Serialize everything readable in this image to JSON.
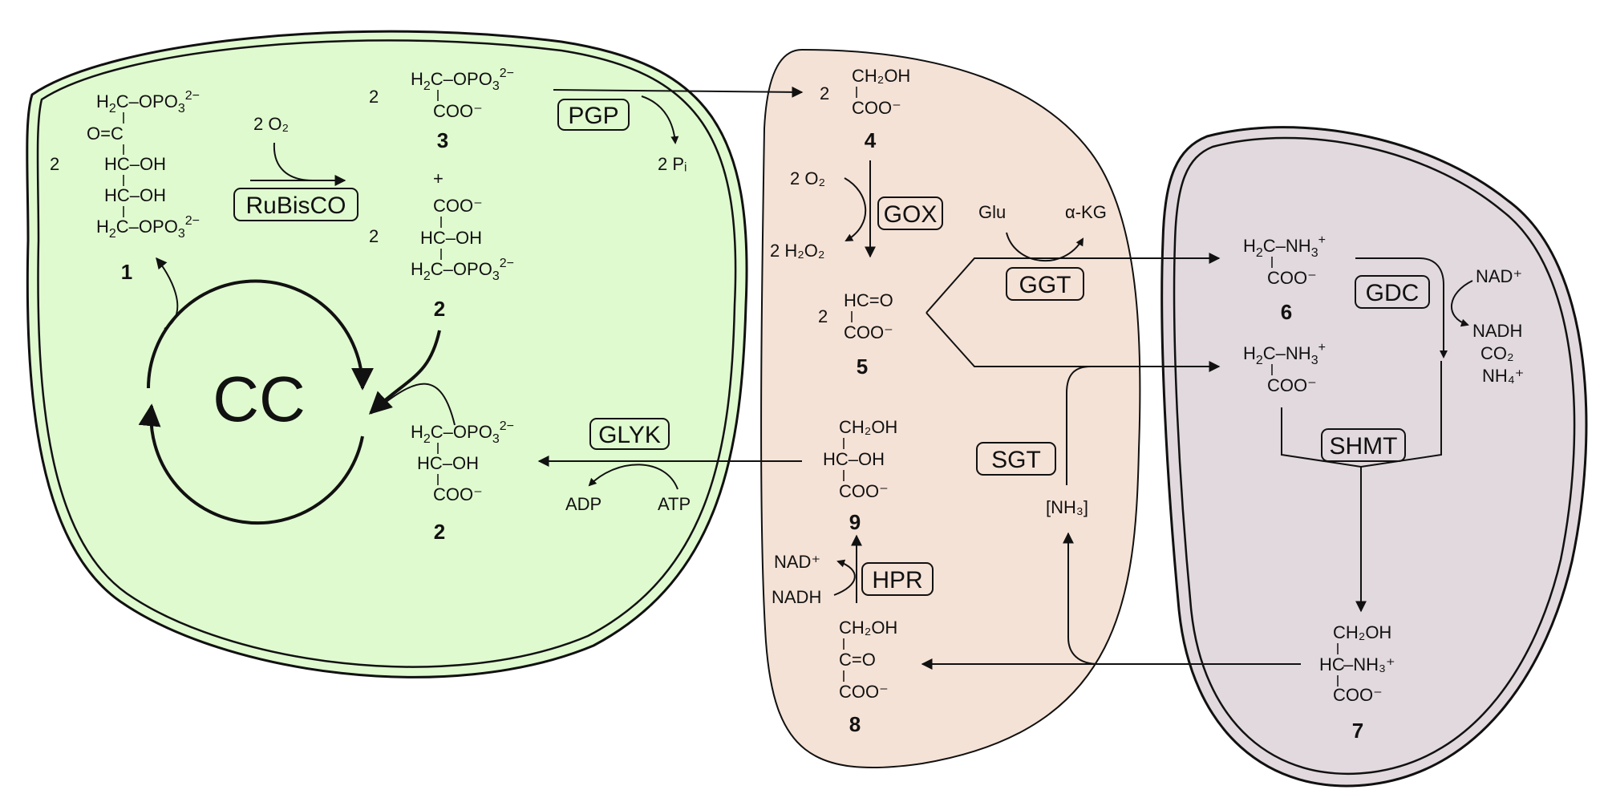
{
  "colors": {
    "chloroplast": "#e0fad0",
    "peroxisome": "#f5e2d6",
    "mitochondrion": "#e1d9dd",
    "line": "#111111"
  },
  "enzymes": {
    "rubisco": "RuBisCO",
    "pgp": "PGP",
    "gox": "GOX",
    "ggt": "GGT",
    "gdc": "GDC",
    "shmt": "SHMT",
    "sgt": "SGT",
    "glyk": "GLYK",
    "hpr": "HPR"
  },
  "cycle": {
    "label": "CC"
  },
  "compounds": {
    "c1": {
      "number": "1",
      "coeff": "2",
      "h2c": "H",
      "h2c_sub": "2",
      "h2c_c": "C",
      "opo3": "OPO",
      "sub3": "3",
      "sup2": "2−",
      "co": "O=C",
      "hc_oh": "HC–OH"
    },
    "c3": {
      "number": "3",
      "coeff": "2",
      "coo": "COO⁻"
    },
    "plus": "+",
    "c2a": {
      "number": "2",
      "coeff": "2",
      "coo": "COO⁻",
      "hc_oh": "HC–OH"
    },
    "c2b": {
      "number": "2",
      "hc_oh": "HC–OH",
      "coo": "COO⁻"
    },
    "c2c": {
      "number": "2",
      "hc_oh": "HC–OH",
      "coo": "COO⁻"
    },
    "c4": {
      "number": "4",
      "coeff": "2",
      "ch2oh": "CH₂OH",
      "coo": "COO⁻"
    },
    "c5": {
      "number": "5",
      "coeff": "2",
      "hco": "HC=O",
      "coo": "COO⁻"
    },
    "c6": {
      "number": "6",
      "nh3": "NH₃⁺",
      "coo": "COO⁻"
    },
    "c6b": {
      "nh3": "NH₃⁺",
      "coo": "COO⁻"
    },
    "c7": {
      "number": "7",
      "ch2oh": "CH₂OH",
      "hc": "HC",
      "nh3": "–NH₃⁺",
      "coo": "COO⁻"
    },
    "c8": {
      "number": "8",
      "ch2oh": "CH₂OH",
      "co": "C=O",
      "coo": "COO⁻"
    },
    "c9": {
      "number": "9",
      "ch2oh": "CH₂OH",
      "hc_oh": "HC–OH",
      "coo": "COO⁻"
    }
  },
  "cofactors": {
    "o2_rubisco": "2 O₂",
    "pi": "2 Pᵢ",
    "o2_gox": "2 O₂",
    "h2o2": "2 H₂O₂",
    "glu": "Glu",
    "akg": "α-KG",
    "nad_gdc": "NAD⁺",
    "nadh_gdc": "NADH",
    "co2": "CO₂",
    "nh4": "NH₄⁺",
    "nh3": "[NH₃]",
    "adp": "ADP",
    "atp": "ATP",
    "nad_hpr": "NAD⁺",
    "nadh_hpr": "NADH"
  }
}
